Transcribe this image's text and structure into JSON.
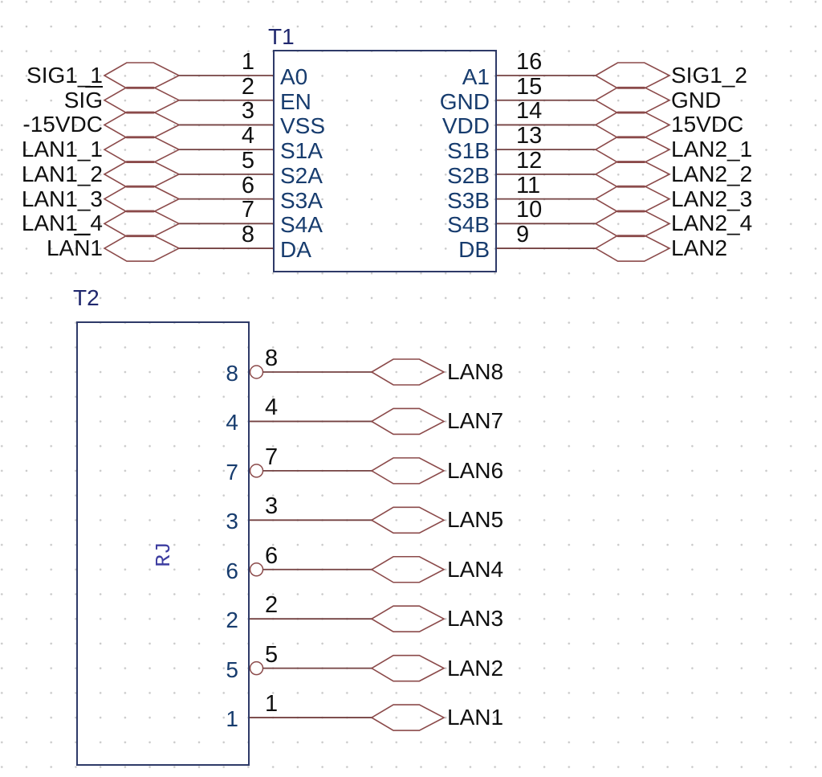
{
  "diagram": {
    "t1": {
      "title": "T1",
      "left_pins": [
        {
          "number": "1",
          "name": "A0",
          "net": {
            "pre": "SIG1_1",
            "bar": "",
            "post": ""
          }
        },
        {
          "number": "2",
          "name": "EN",
          "net": {
            "pre": "SI",
            "bar": "G",
            "post": ""
          }
        },
        {
          "number": "3",
          "name": "VSS",
          "net": {
            "pre": "-15VDC",
            "bar": "",
            "post": ""
          }
        },
        {
          "number": "4",
          "name": "S1A",
          "net": {
            "pre": "LAN1_1",
            "bar": "",
            "post": ""
          }
        },
        {
          "number": "5",
          "name": "S2A",
          "net": {
            "pre": "LAN1_2",
            "bar": "",
            "post": ""
          }
        },
        {
          "number": "6",
          "name": "S3A",
          "net": {
            "pre": "LAN1_3",
            "bar": "",
            "post": ""
          }
        },
        {
          "number": "7",
          "name": "S4A",
          "net": {
            "pre": "LAN1_4",
            "bar": "",
            "post": ""
          }
        },
        {
          "number": "8",
          "name": "DA",
          "net": {
            "pre": "LA",
            "bar": "N",
            "post": "1"
          }
        }
      ],
      "right_pins": [
        {
          "number": "16",
          "name": "A1",
          "net": {
            "pre": "SIG1_2",
            "bar": "",
            "post": ""
          }
        },
        {
          "number": "15",
          "name": "GND",
          "net": {
            "pre": "GND",
            "bar": "",
            "post": ""
          }
        },
        {
          "number": "14",
          "name": "VDD",
          "net": {
            "pre": "15VDC",
            "bar": "",
            "post": ""
          }
        },
        {
          "number": "13",
          "name": "S1B",
          "net": {
            "pre": "LAN2_1",
            "bar": "",
            "post": ""
          }
        },
        {
          "number": "12",
          "name": "S2B",
          "net": {
            "pre": "LAN2_2",
            "bar": "",
            "post": ""
          }
        },
        {
          "number": "11",
          "name": "S3B",
          "net": {
            "pre": "LAN2_3",
            "bar": "",
            "post": ""
          }
        },
        {
          "number": "10",
          "name": "S4B",
          "net": {
            "pre": "LAN2_4",
            "bar": "",
            "post": ""
          }
        },
        {
          "number": "9",
          "name": "DB",
          "net": {
            "pre": "LAN2",
            "bar": "",
            "post": ""
          }
        }
      ]
    },
    "t2": {
      "title": "T2",
      "body_label": "RJ",
      "pins": [
        {
          "number": "8",
          "name": "8",
          "net": "LAN8",
          "bubble": true
        },
        {
          "number": "4",
          "name": "4",
          "net": "LAN7",
          "bubble": false
        },
        {
          "number": "7",
          "name": "7",
          "net": "LAN6",
          "bubble": true
        },
        {
          "number": "3",
          "name": "3",
          "net": "LAN5",
          "bubble": false
        },
        {
          "number": "6",
          "name": "6",
          "net": "LAN4",
          "bubble": true
        },
        {
          "number": "2",
          "name": "2",
          "net": "LAN3",
          "bubble": false
        },
        {
          "number": "5",
          "name": "5",
          "net": "LAN2",
          "bubble": true
        },
        {
          "number": "1",
          "name": "1",
          "net": "LAN1",
          "bubble": false
        }
      ]
    },
    "colors": {
      "wire": "#744242",
      "net_flag": "#8b4a4a",
      "component_outline": "#2e3a68",
      "pin_name": "#173c6e",
      "title": "#20286e",
      "body_label": "#3d3da0",
      "net_text": "#101010",
      "grid_dot": "#c9c9c9"
    }
  }
}
